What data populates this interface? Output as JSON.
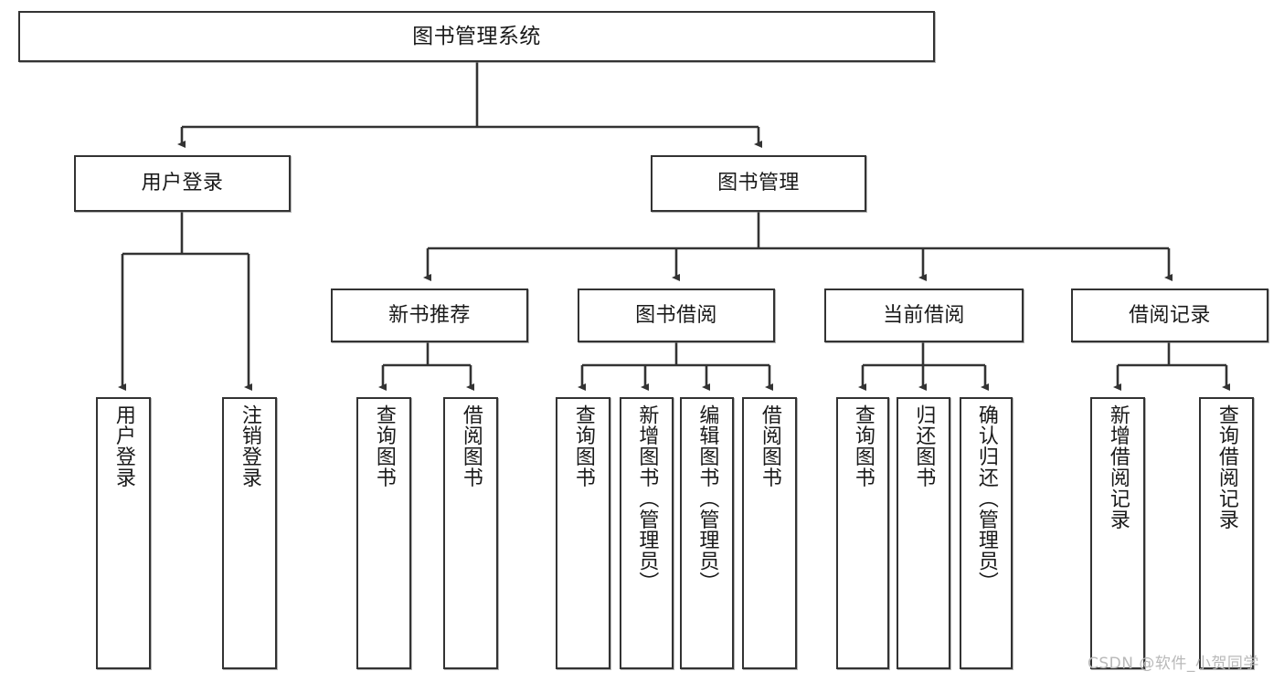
{
  "diagram": {
    "title": "图书管理系统",
    "type": "tree",
    "watermark": "CSDN @软件_小贺同学",
    "colors": {
      "box_border": "#333333",
      "box_fill": "#ffffff",
      "edge": "#333333",
      "text": "#1a1a1a",
      "watermark": "#b9b9b9"
    },
    "nodes": {
      "root": {
        "label": "图书管理系统"
      },
      "level2": [
        {
          "label": "用户登录"
        },
        {
          "label": "图书管理"
        }
      ],
      "level3": [
        {
          "label": "新书推荐"
        },
        {
          "label": "图书借阅"
        },
        {
          "label": "当前借阅"
        },
        {
          "label": "借阅记录"
        }
      ],
      "leaves_user_login": [
        {
          "label": "用户登录"
        },
        {
          "label": "注销登录"
        }
      ],
      "leaves_new_book": [
        {
          "label": "查询图书"
        },
        {
          "label": "借阅图书"
        }
      ],
      "leaves_book_borrow": [
        {
          "label": "查询图书"
        },
        {
          "label": "新增图书（管理员）"
        },
        {
          "label": "编辑图书（管理员）"
        },
        {
          "label": "借阅图书"
        }
      ],
      "leaves_current_borrow": [
        {
          "label": "查询图书"
        },
        {
          "label": "归还图书"
        },
        {
          "label": "确认归还（管理员）"
        }
      ],
      "leaves_borrow_record": [
        {
          "label": "新增借阅记录"
        },
        {
          "label": "查询借阅记录"
        }
      ]
    }
  }
}
